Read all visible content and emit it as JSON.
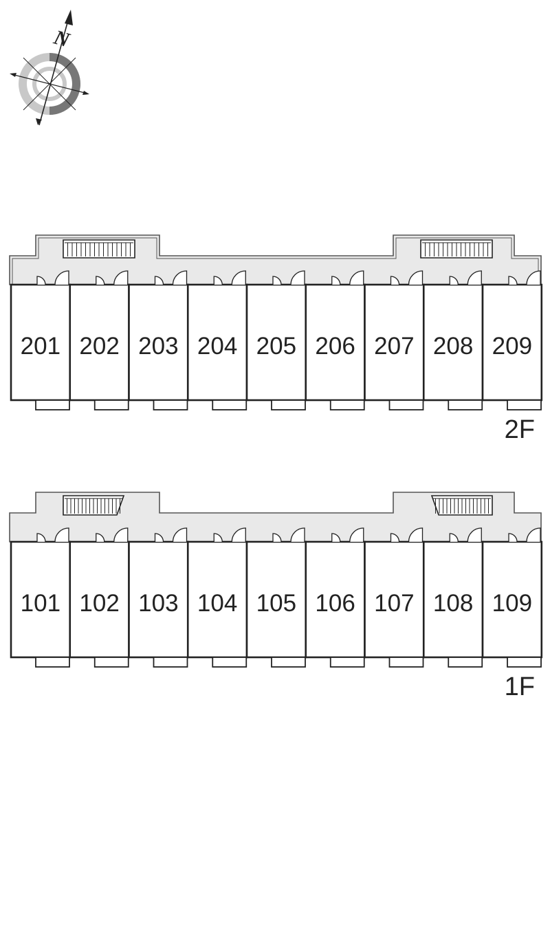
{
  "compass": {
    "north_label": "N"
  },
  "floors": [
    {
      "floor_label": "2F",
      "units": [
        "201",
        "202",
        "203",
        "204",
        "205",
        "206",
        "207",
        "208",
        "209"
      ]
    },
    {
      "floor_label": "1F",
      "units": [
        "101",
        "102",
        "103",
        "104",
        "105",
        "106",
        "107",
        "108",
        "109"
      ]
    }
  ],
  "colors": {
    "corridor_fill": "#e9e9e9",
    "wall_stroke": "#222222",
    "outline_stroke": "#555555",
    "compass_light": "#c8c8c8",
    "compass_dark": "#777777"
  }
}
